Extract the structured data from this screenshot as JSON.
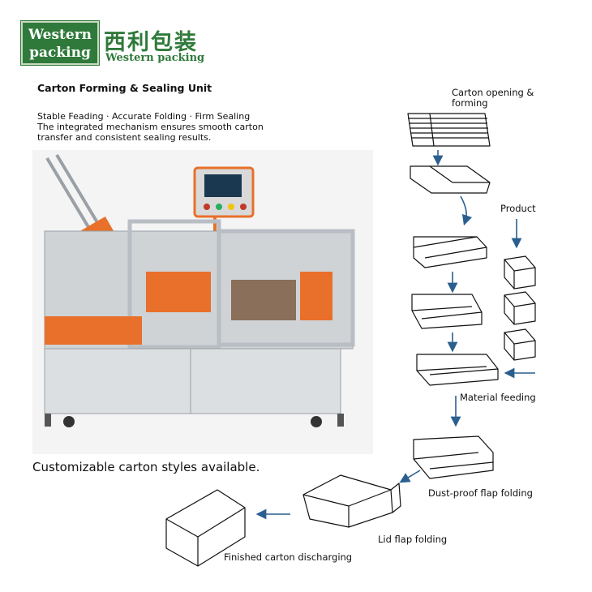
{
  "brand": {
    "logo_line1": "Western",
    "logo_line2": "packing",
    "name_cn": "西利包装",
    "name_en": "Western packing",
    "color": "#2f7a3a"
  },
  "unit_title": "Carton Forming & Sealing Unit",
  "features": "Stable Feading · Accurate Folding · Firm Sealing",
  "description_line1": "The integrated mechanism ensures smooth carton",
  "description_line2": "transfer and consistent sealing results.",
  "customizable": "Customizable carton styles available.",
  "steps": {
    "opening_line1": "Carton opening &",
    "opening_line2": "forming",
    "product": "Product",
    "material_feeding": "Material feeding",
    "dust_proof": "Dust-proof flap folding",
    "lid_flap": "Lid flap folding",
    "finished": "Finished carton discharging"
  },
  "colors": {
    "arrow": "#2a5f8f",
    "machine_accent": "#e8702a"
  }
}
